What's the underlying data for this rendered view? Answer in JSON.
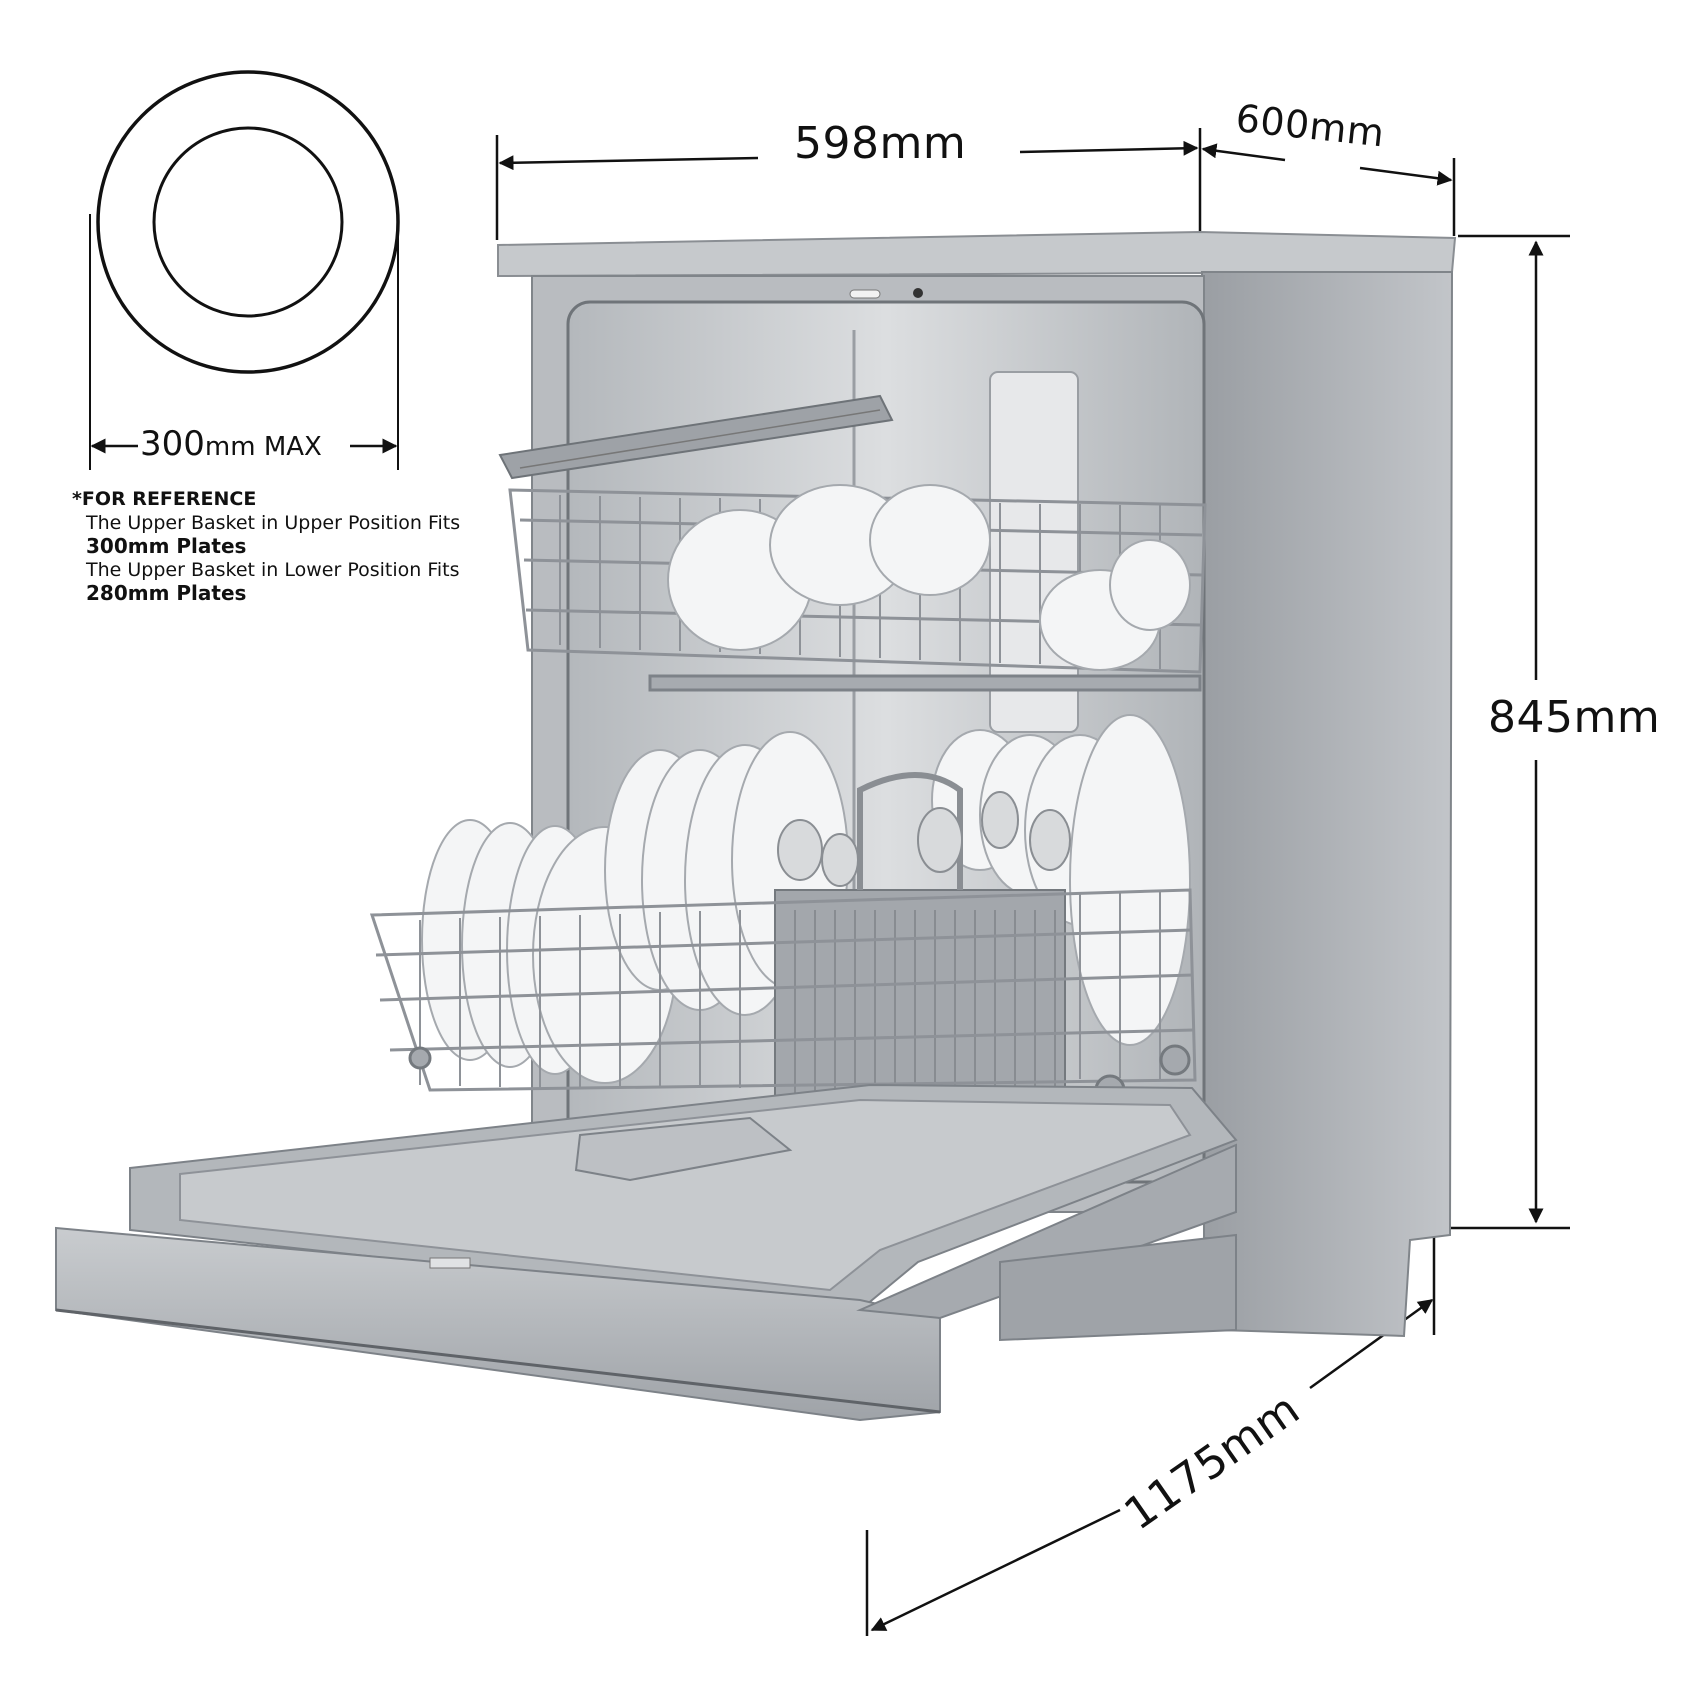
{
  "plate_diagram": {
    "size_value": "300",
    "size_unit": "mm MAX"
  },
  "reference_note": {
    "heading": "*FOR REFERENCE",
    "line1": "The Upper Basket in Upper Position Fits",
    "line1_bold": "300mm Plates",
    "line2": "The Upper Basket in Lower Position Fits",
    "line2_bold": "280mm Plates"
  },
  "dimensions": {
    "width": "598mm",
    "depth": "600mm",
    "height": "845mm",
    "open_depth": "1175mm"
  },
  "colors": {
    "steel_light": "#d3d5d8",
    "steel_mid": "#a9adb2",
    "steel_dark": "#7d8288",
    "tub_interior": "#c7cacd",
    "rack_gray": "#8f9399",
    "plate_white": "#f4f5f6",
    "line_black": "#111111"
  }
}
